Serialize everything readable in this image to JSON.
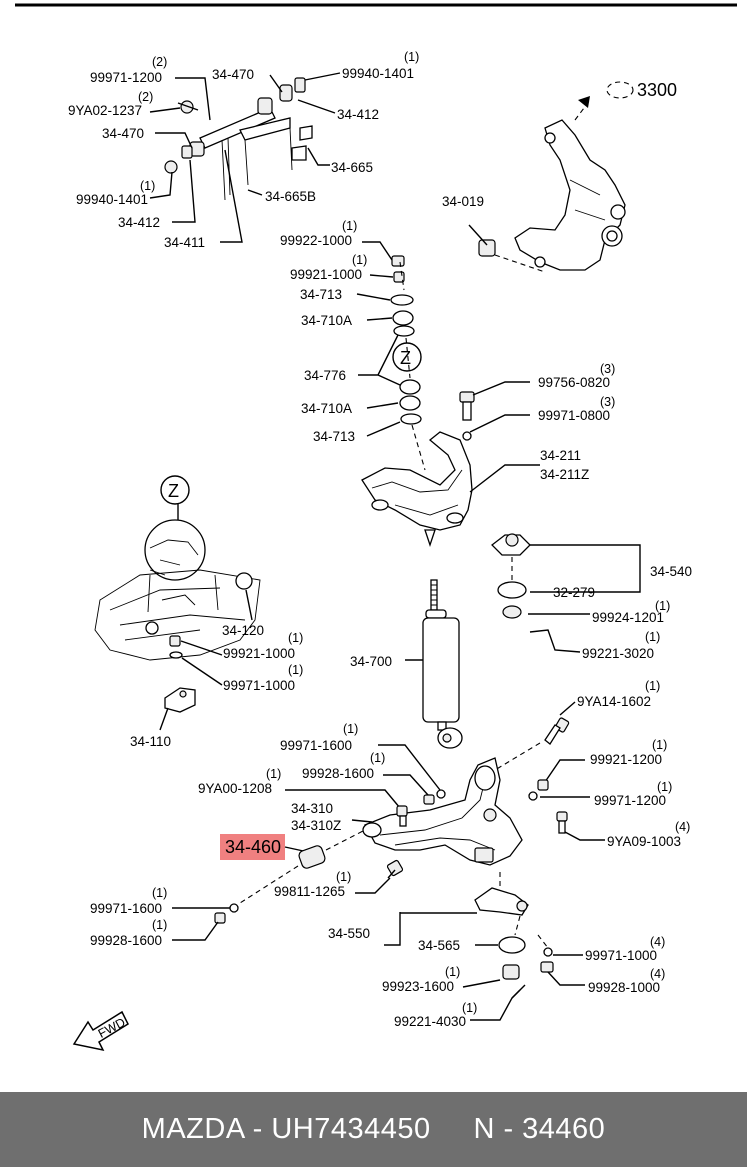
{
  "header_rule_color": "#000000",
  "highlight_color": "#f08080",
  "footer": {
    "brand": "MAZDA",
    "part_number": "UH7434450",
    "callout": "N - 34460",
    "background": "#6f6f6f"
  },
  "callouts": {
    "p3300": "3300",
    "p34019": "34-019",
    "p99971_1200_top": "99971-1200",
    "q99971_1200_top": "(2)",
    "p9YA02": "9YA02-1237",
    "q9YA02": "(2)",
    "p34470_a": "34-470",
    "p34470_b": "34-470",
    "p99940_top": "99940-1401",
    "q99940_top": "(1)",
    "p34412_top": "34-412",
    "p34665": "34-665",
    "p34665B": "34-665B",
    "p99940_left": "99940-1401",
    "q99940_left": "(1)",
    "p34412_left": "34-412",
    "p34411": "34-411",
    "p99922": "99922-1000",
    "q99922": "(1)",
    "p99921_1000_a": "99921-1000",
    "q99921_1000_a": "(1)",
    "p34713_a": "34-713",
    "p34710A_a": "34-710A",
    "zone_z_a": "Z",
    "p34776": "34-776",
    "p34710A_b": "34-710A",
    "p34713_b": "34-713",
    "p99756": "99756-0820",
    "q99756": "(3)",
    "p99971_0800": "99971-0800",
    "q99971_0800": "(3)",
    "p34211": "34-211",
    "p34211Z": "34-211Z",
    "zone_z_b": "Z",
    "p34540": "34-540",
    "p32279": "32-279",
    "p99924": "99924-1201",
    "q99924": "(1)",
    "p34120": "34-120",
    "p99921_1000_b": "99921-1000",
    "q99921_1000_b": "(1)",
    "p99221_3020": "99221-3020",
    "q99221_3020": "(1)",
    "p34700": "34-700",
    "p99971_1000_mid": "99971-1000",
    "q99971_1000_mid": "(1)",
    "p34110": "34-110",
    "p9YA14": "9YA14-1602",
    "q9YA14": "(1)",
    "p99971_1600_a": "99971-1600",
    "q99971_1600_a": "(1)",
    "p99928_1600_a": "99928-1600",
    "q99928_1600_a": "(1)",
    "p9YA00": "9YA00-1208",
    "q9YA00": "(1)",
    "p99921_1200": "99921-1200",
    "q99921_1200": "(1)",
    "p99971_1200_b": "99971-1200",
    "q99971_1200_b": "(1)",
    "p34310": "34-310",
    "p34310Z": "34-310Z",
    "p9YA09": "9YA09-1003",
    "q9YA09": "(4)",
    "p34460": "34-460",
    "p99811": "99811-1265",
    "q99811": "(1)",
    "p99971_1600_b": "99971-1600",
    "q99971_1600_b": "(1)",
    "p99928_1600_b": "99928-1600",
    "q99928_1600_b": "(1)",
    "p34550": "34-550",
    "p34565": "34-565",
    "p99971_1000_low": "99971-1000",
    "q99971_1000_low": "(4)",
    "p99923": "99923-1600",
    "q99923": "(1)",
    "p99928_1000": "99928-1000",
    "q99928_1000": "(4)",
    "p99221_4030": "99221-4030",
    "q99221_4030": "(1)",
    "fwd": "FWD"
  }
}
